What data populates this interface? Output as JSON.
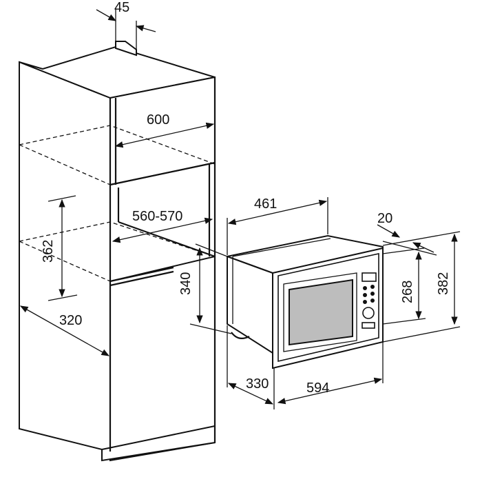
{
  "dimensions": {
    "top_offset": "45",
    "cabinet_width": "600",
    "cabinet_inner_width": "560-570",
    "niche_height": "362",
    "cabinet_depth": "320",
    "niche_depth_height": "340",
    "oven_width_top": "461",
    "frame_thickness": "20",
    "oven_body_height": "268",
    "frame_height": "382",
    "oven_depth": "330",
    "frame_width": "594"
  }
}
